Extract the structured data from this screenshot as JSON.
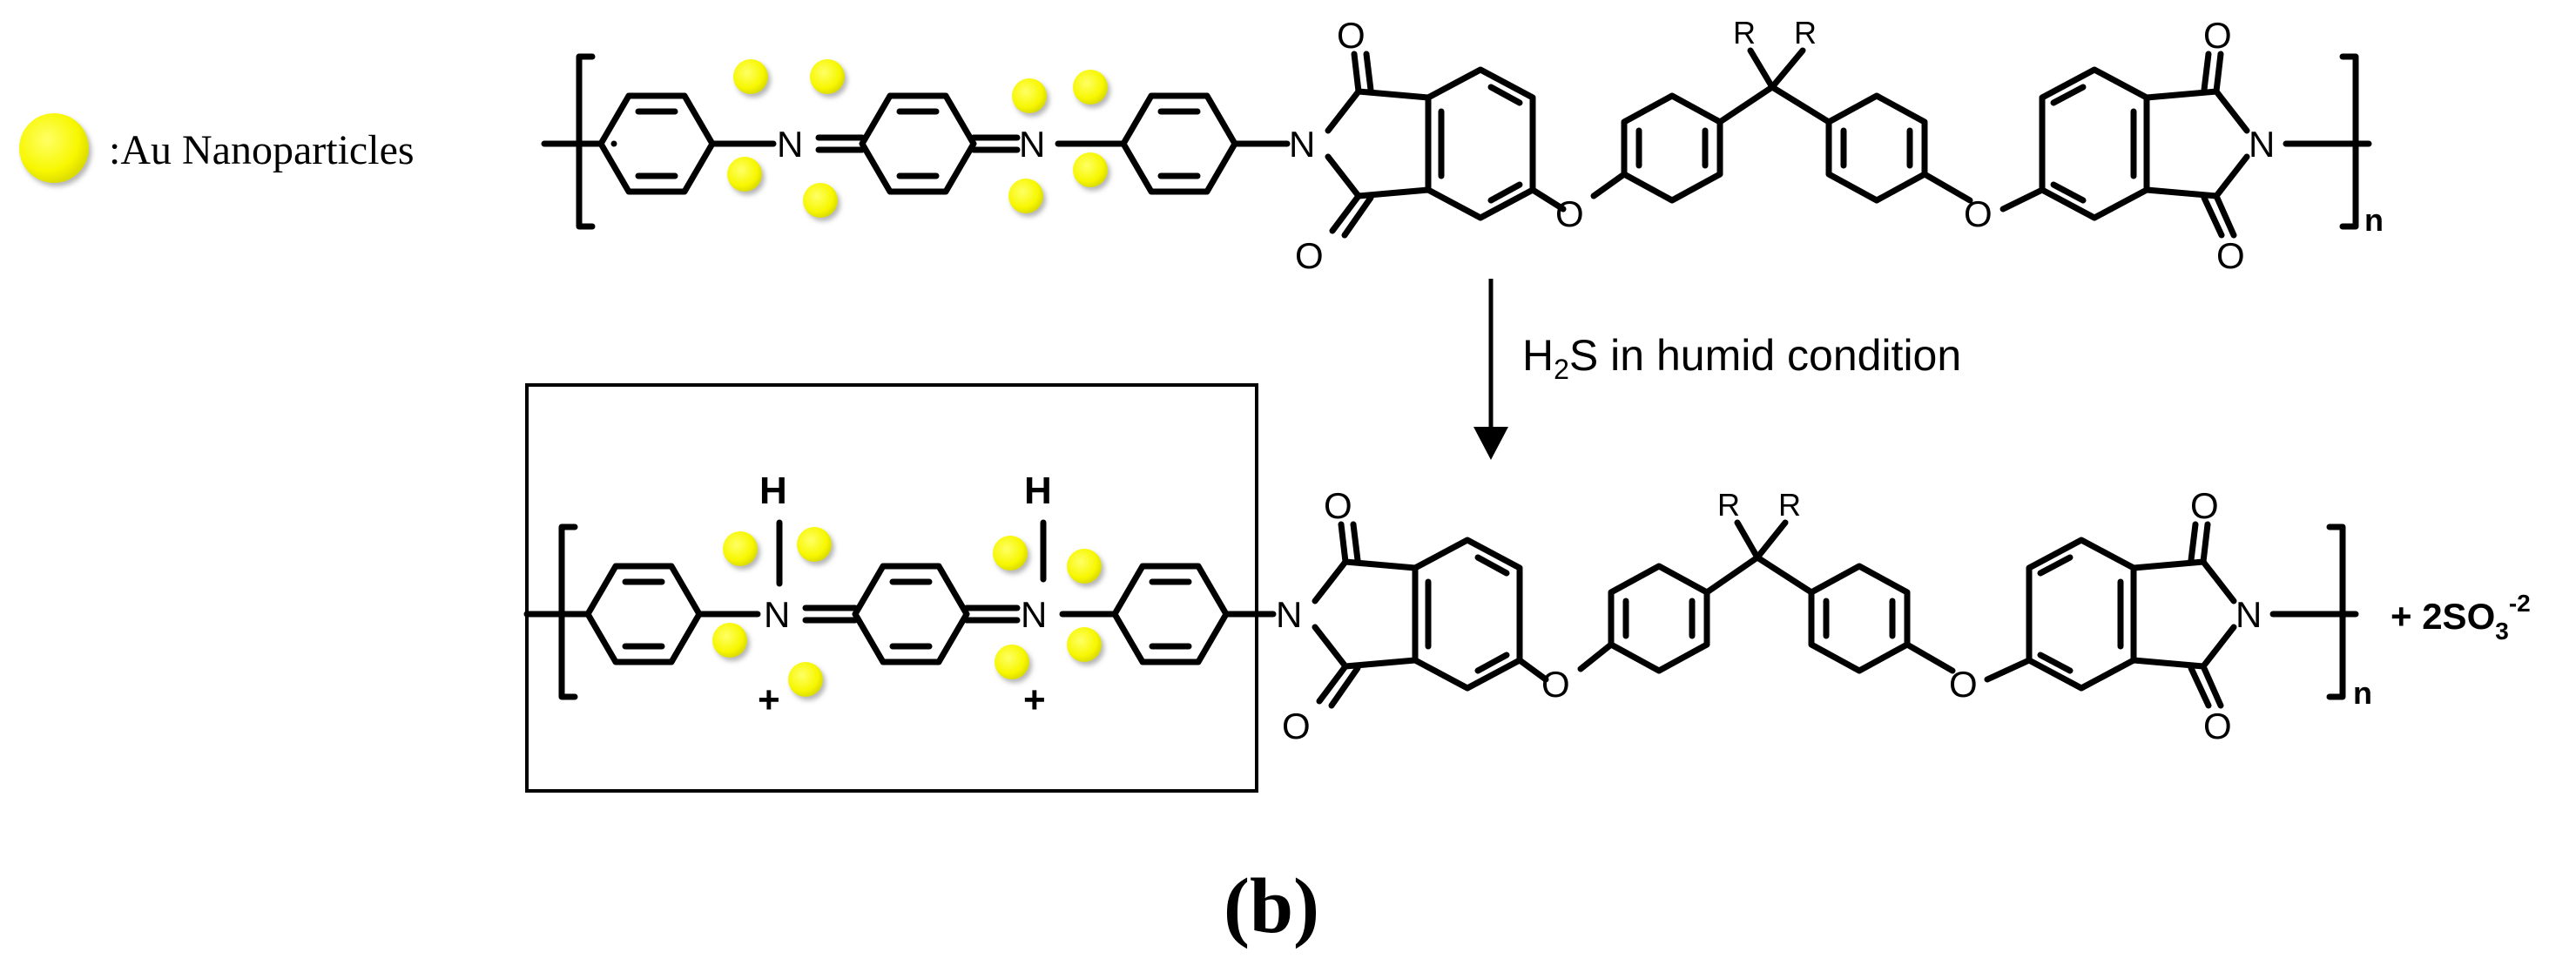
{
  "legend": {
    "label": ":Au Nanoparticles",
    "particle_color": "#f7f700"
  },
  "atoms": {
    "nitrogen": "N",
    "oxygen": "O",
    "hydrogen": "H",
    "r_group": "R",
    "plus": "+"
  },
  "repeat_subscript": "n",
  "reaction": {
    "condition_prefix": "H",
    "condition_sub": "2",
    "condition_suffix": "S in humid condition"
  },
  "byproduct": {
    "main": "+ 2SO",
    "subscript": "3",
    "superscript": "-2"
  },
  "panel_label": "(b)",
  "colors": {
    "line": "#000000",
    "background": "#ffffff",
    "particle": "#f7f700"
  }
}
